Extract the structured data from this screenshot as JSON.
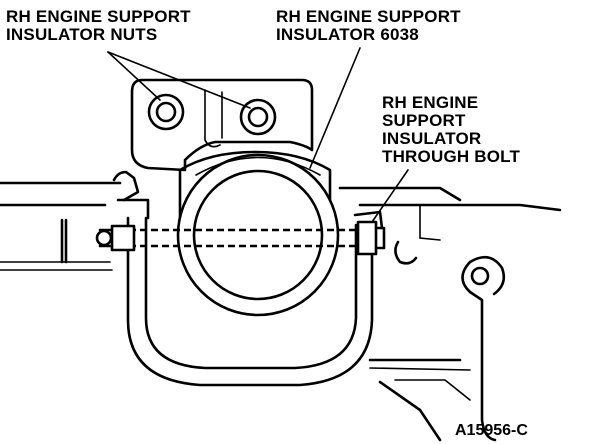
{
  "labels": {
    "nuts": [
      "RH ENGINE SUPPORT",
      "INSULATOR NUTS"
    ],
    "insulator": [
      "RH ENGINE SUPPORT",
      "INSULATOR 6038"
    ],
    "bolt": [
      "RH ENGINE",
      "SUPPORT",
      "INSULATOR",
      "THROUGH BOLT"
    ]
  },
  "figure_id": "A15956-C"
}
